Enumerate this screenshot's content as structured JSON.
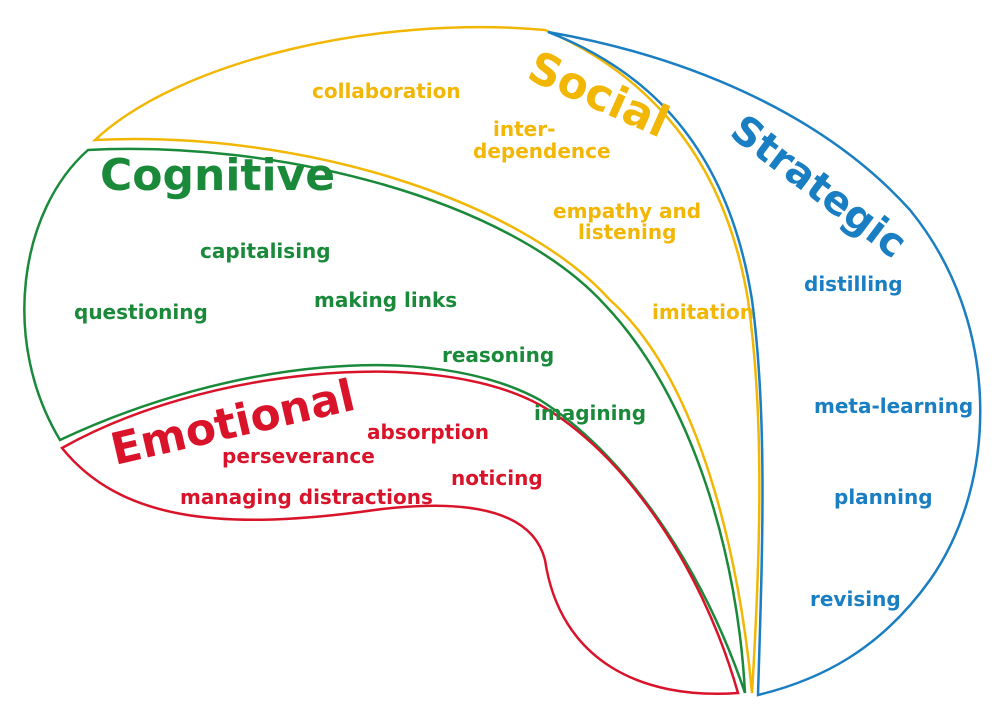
{
  "colors": {
    "social": "#f2b705",
    "cognitive": "#1a8a3a",
    "emotional": "#d9142a",
    "strategic": "#1a7ec2"
  },
  "regions": {
    "social": {
      "title": "Social",
      "items": [
        "collaboration",
        "inter-",
        "dependence",
        "empathy and",
        "listening",
        "imitation"
      ]
    },
    "cognitive": {
      "title": "Cognitive",
      "items": [
        "capitalising",
        "questioning",
        "making links",
        "reasoning",
        "imagining"
      ]
    },
    "emotional": {
      "title": "Emotional",
      "items": [
        "absorption",
        "perseverance",
        "noticing",
        "managing distractions"
      ]
    },
    "strategic": {
      "title": "Strategic",
      "items": [
        "distilling",
        "meta-learning",
        "planning",
        "revising"
      ]
    }
  }
}
